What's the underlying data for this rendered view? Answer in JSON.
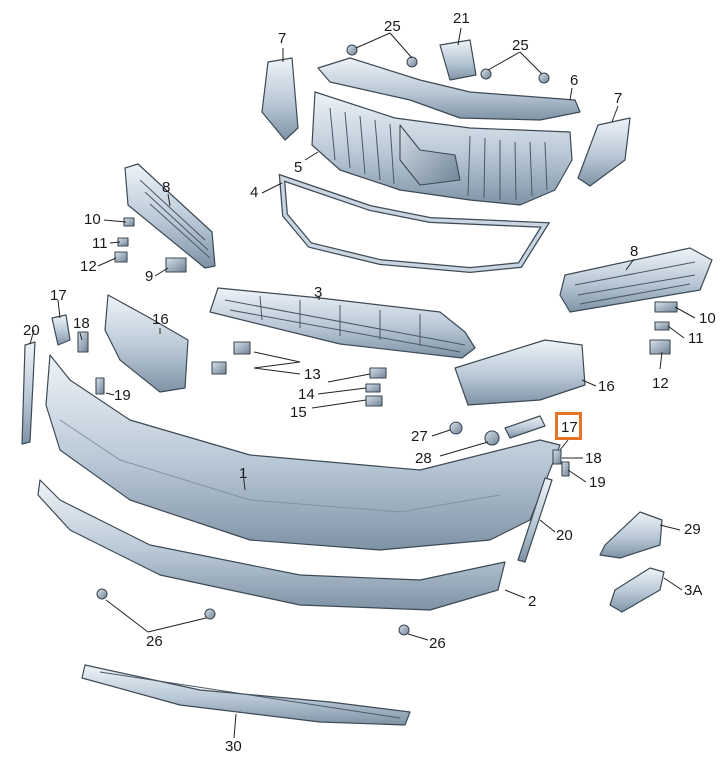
{
  "diagram": {
    "highlighted_part": "17",
    "labels": [
      {
        "id": "l7a",
        "text": "7"
      },
      {
        "id": "l25a",
        "text": "25"
      },
      {
        "id": "l21",
        "text": "21"
      },
      {
        "id": "l25b",
        "text": "25"
      },
      {
        "id": "l6",
        "text": "6"
      },
      {
        "id": "l7b",
        "text": "7"
      },
      {
        "id": "l5",
        "text": "5"
      },
      {
        "id": "l4",
        "text": "4"
      },
      {
        "id": "l8a",
        "text": "8"
      },
      {
        "id": "l10a",
        "text": "10"
      },
      {
        "id": "l11a",
        "text": "11"
      },
      {
        "id": "l12a",
        "text": "12"
      },
      {
        "id": "l9",
        "text": "9"
      },
      {
        "id": "l8b",
        "text": "8"
      },
      {
        "id": "l3",
        "text": "3"
      },
      {
        "id": "l17a",
        "text": "17"
      },
      {
        "id": "l18a",
        "text": "18"
      },
      {
        "id": "l16a",
        "text": "16"
      },
      {
        "id": "l20a",
        "text": "20"
      },
      {
        "id": "l10b",
        "text": "10"
      },
      {
        "id": "l11b",
        "text": "11"
      },
      {
        "id": "l13",
        "text": "13"
      },
      {
        "id": "l19a",
        "text": "19"
      },
      {
        "id": "l14",
        "text": "14"
      },
      {
        "id": "l15",
        "text": "15"
      },
      {
        "id": "l16b",
        "text": "16"
      },
      {
        "id": "l12b",
        "text": "12"
      },
      {
        "id": "l27",
        "text": "27"
      },
      {
        "id": "l28",
        "text": "28"
      },
      {
        "id": "l18b",
        "text": "18"
      },
      {
        "id": "l19b",
        "text": "19"
      },
      {
        "id": "l1",
        "text": "1"
      },
      {
        "id": "l20b",
        "text": "20"
      },
      {
        "id": "l29",
        "text": "29"
      },
      {
        "id": "l2",
        "text": "2"
      },
      {
        "id": "l3A",
        "text": "3A"
      },
      {
        "id": "l26a",
        "text": "26"
      },
      {
        "id": "l26b",
        "text": "26"
      },
      {
        "id": "l30",
        "text": "30"
      }
    ]
  }
}
